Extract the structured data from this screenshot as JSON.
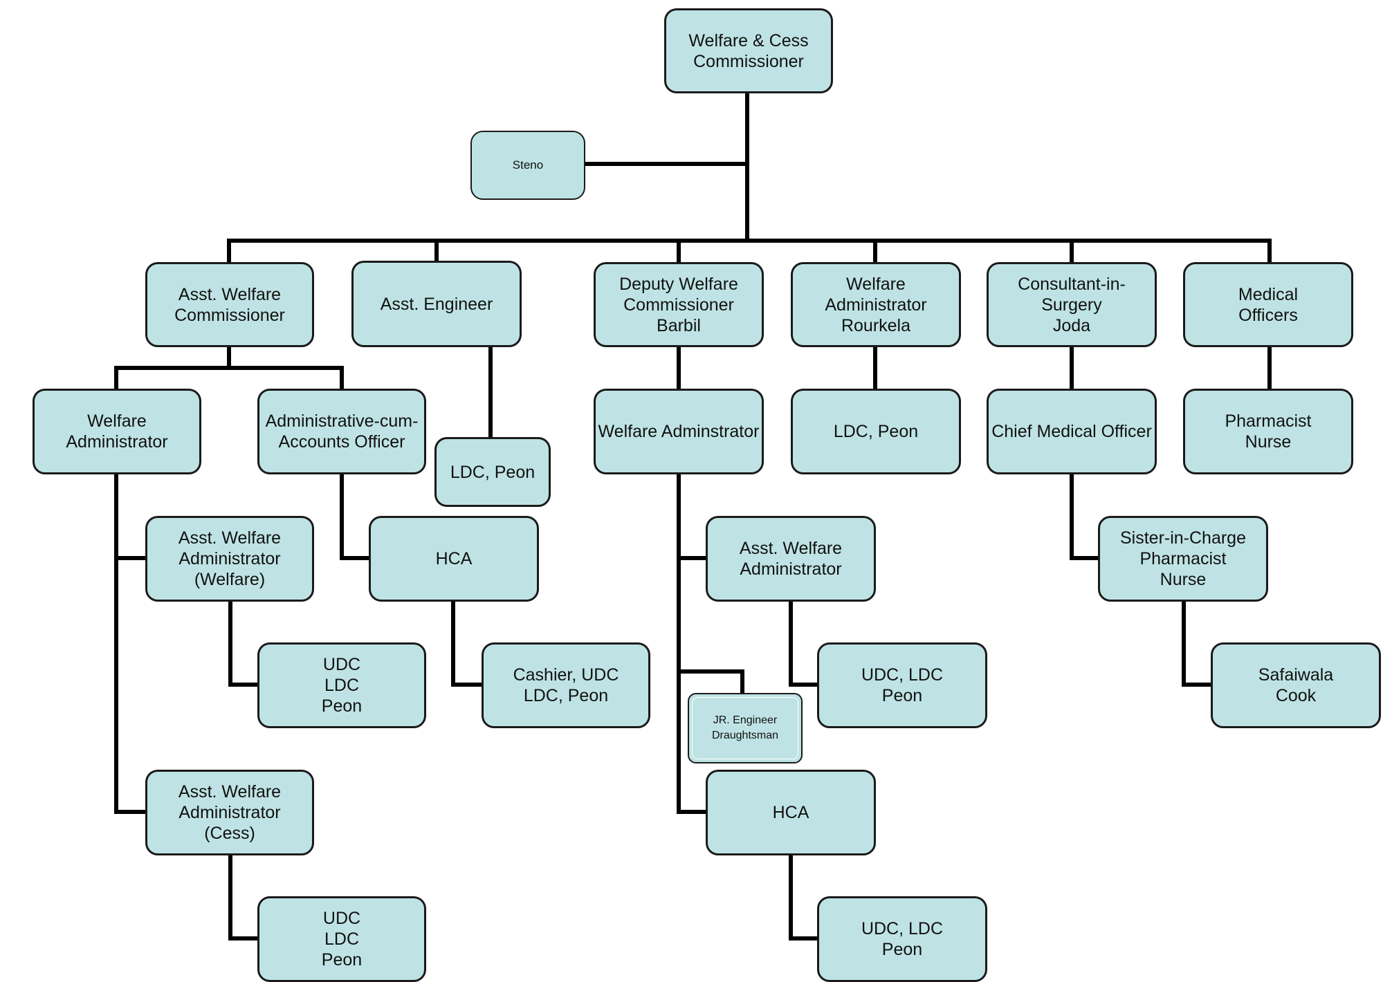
{
  "org_chart": {
    "commissioner": "Welfare & Cess\nCommissioner",
    "steno": "Steno",
    "asst_welfare_commissioner": "Asst. Welfare\nCommissioner",
    "asst_engineer": "Asst.  Engineer",
    "deputy_welfare_commissioner": "Deputy Welfare\nCommissioner\nBarbil",
    "welfare_administrator_rourkela": "Welfare\nAdministrator\nRourkela",
    "consultant_in_surgery": "Consultant-in-\nSurgery\nJoda",
    "medical_officers": "Medical\nOfficers",
    "welfare_administrator": "Welfare\nAdministrator",
    "admin_accounts_officer": "Administrative-cum-\nAccounts Officer",
    "engineer_ldc_peon": "LDC, Peon",
    "welfare_adminstrator_barbil": "Welfare Adminstrator",
    "rourkela_ldc_peon": "LDC, Peon",
    "chief_medical_officer": "Chief Medical Officer",
    "pharmacist_nurse": "Pharmacist\nNurse",
    "awa_welfare": "Asst. Welfare\nAdministrator\n(Welfare)",
    "hca_accounts": "HCA",
    "awa_barbil": "Asst. Welfare\nAdministrator",
    "sister_in_charge": "Sister-in-Charge\nPharmacist\nNurse",
    "udc_ldc_peon_welfare": "UDC\nLDC\nPeon",
    "cashier": "Cashier, UDC\nLDC, Peon",
    "jr_engineer": "JR. Engineer\nDraughtsman",
    "udc_ldc_peon_barbil": "UDC, LDC\nPeon",
    "safaiwala_cook": "Safaiwala\nCook",
    "awa_cess": "Asst. Welfare\nAdministrator\n(Cess)",
    "hca_barbil": "HCA",
    "udc_ldc_peon_cess": "UDC\nLDC\nPeon",
    "udc_ldc_peon_hca": "UDC, LDC\nPeon"
  }
}
